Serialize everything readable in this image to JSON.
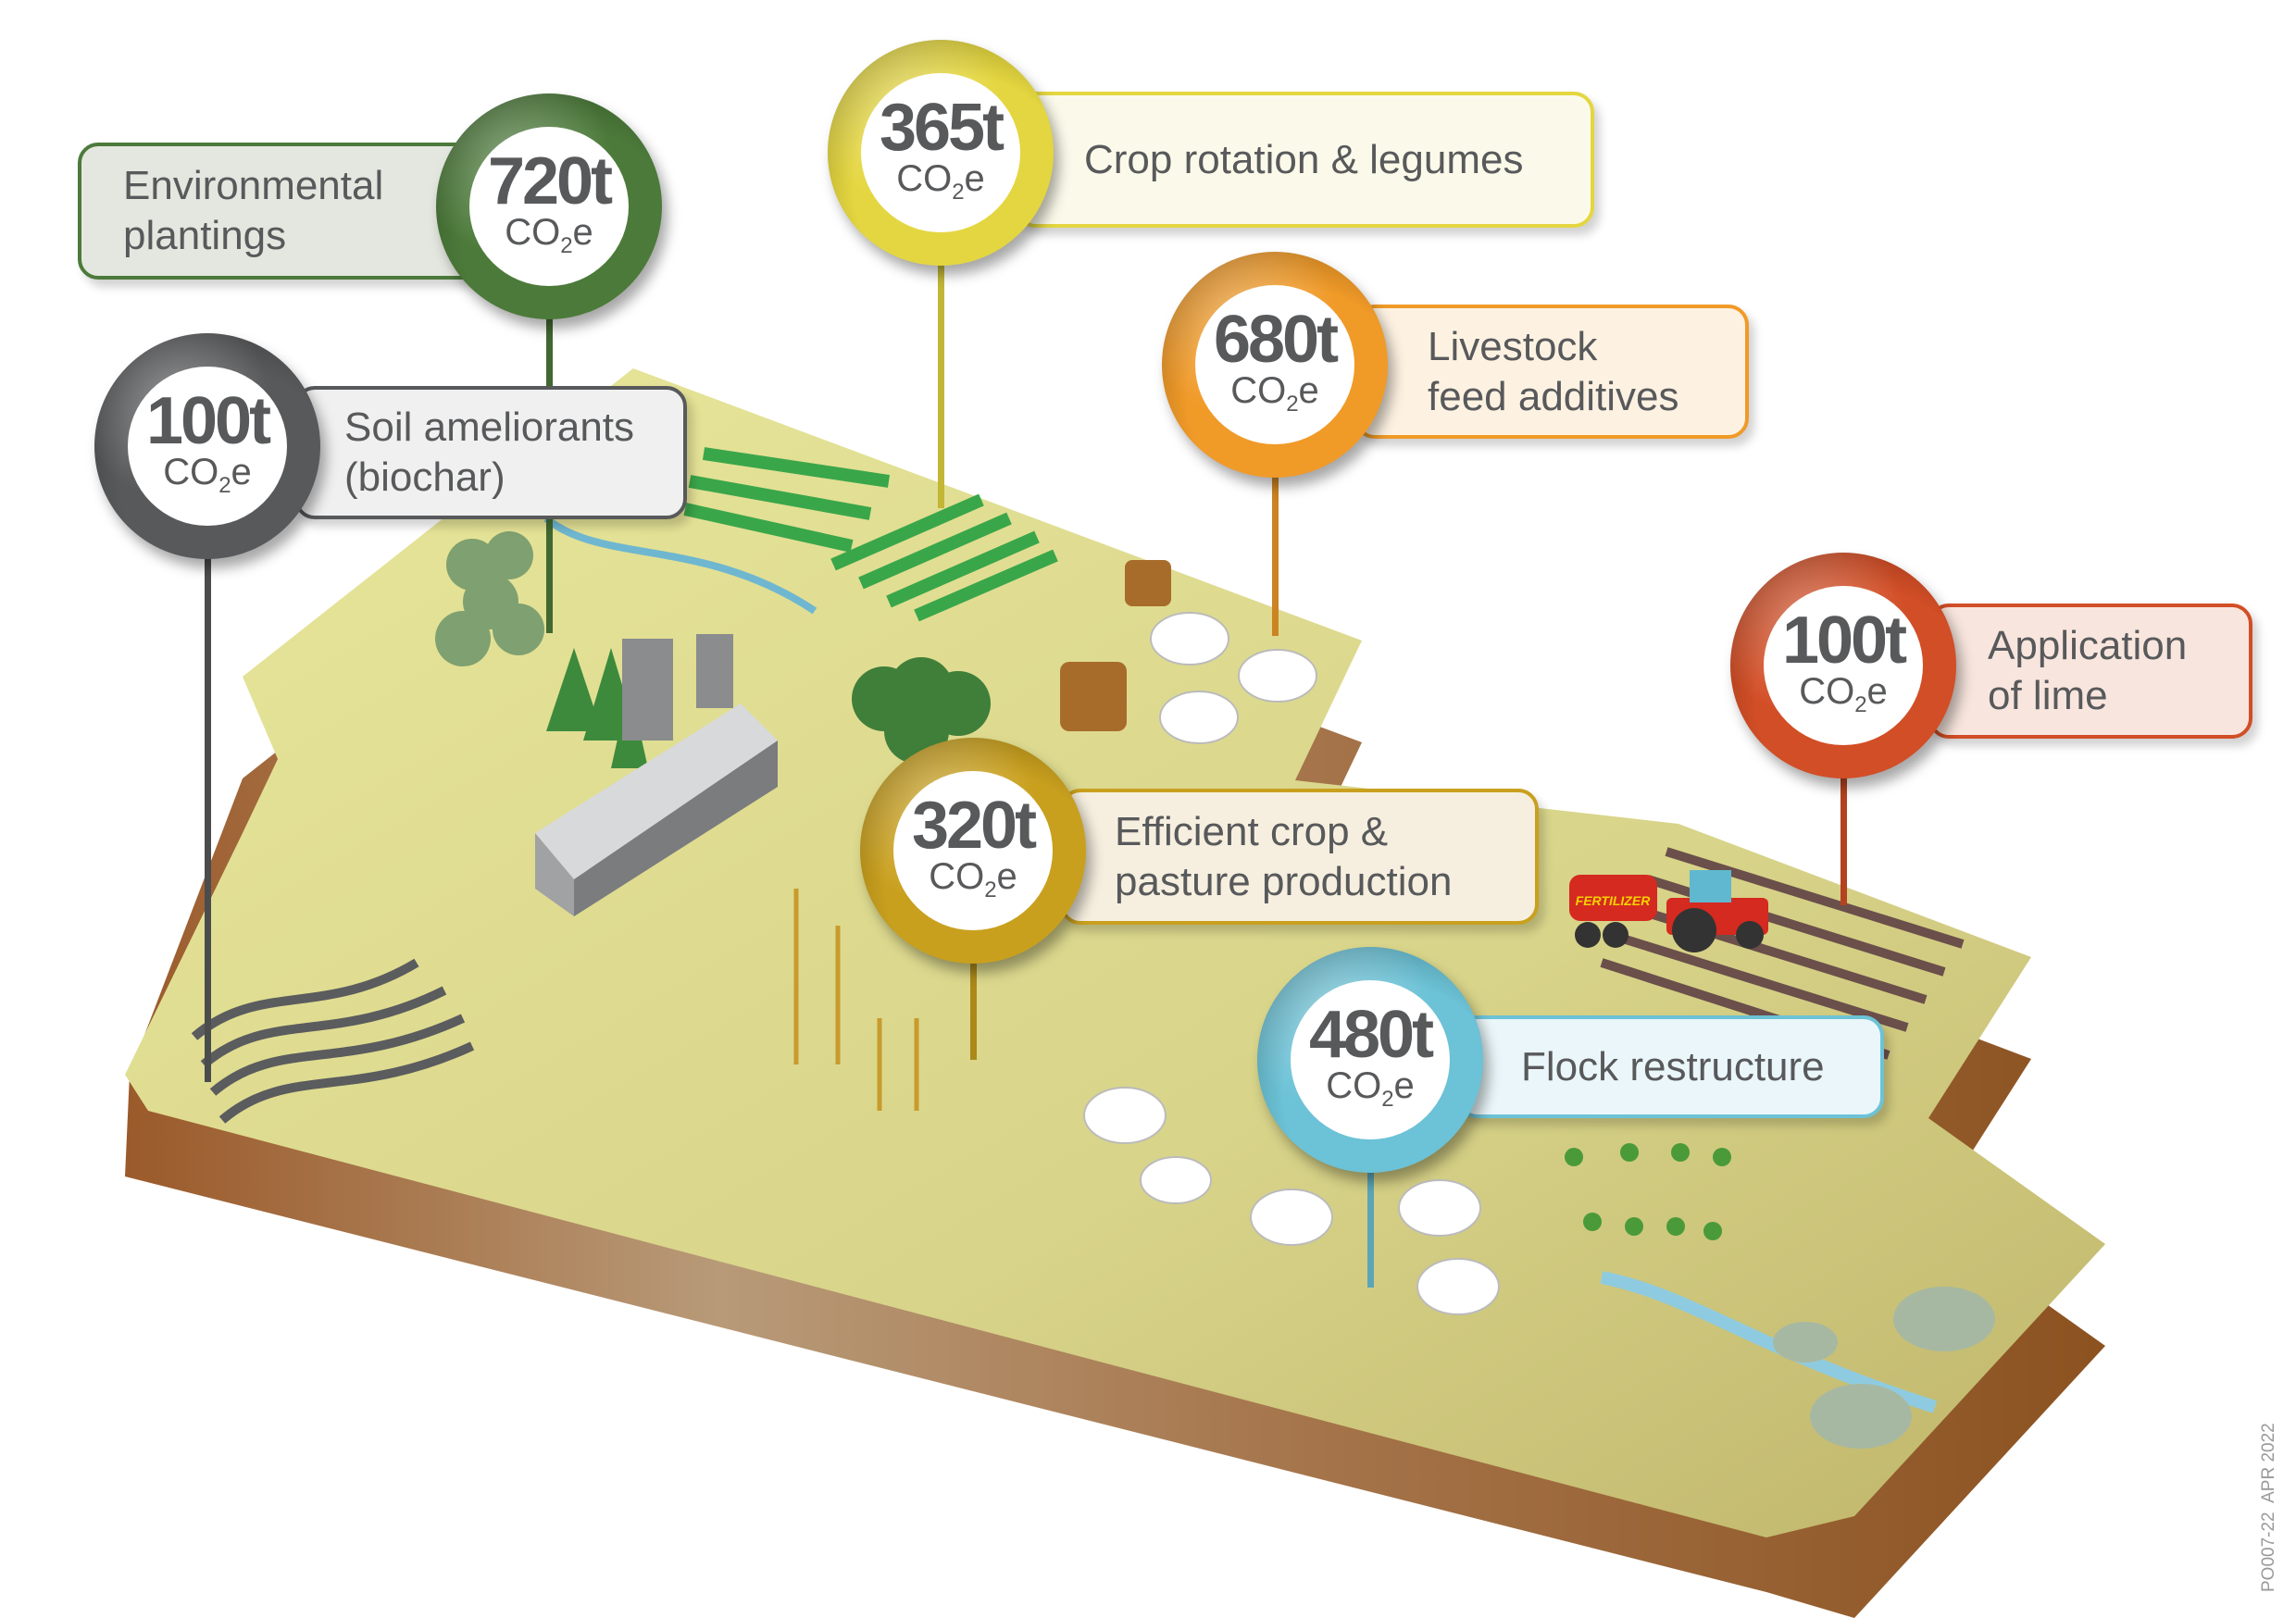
{
  "unit_label": {
    "prefix": "CO",
    "sub": "2",
    "suffix": "e"
  },
  "markers": [
    {
      "id": "environmental-plantings",
      "amount": "720t",
      "label_lines": [
        "Environmental",
        "plantings"
      ],
      "color": "#4c7a3a",
      "box_fill": "#e4e7df"
    },
    {
      "id": "soil-ameliorants",
      "amount": "100t",
      "label_lines": [
        "Soil ameliorants",
        "(biochar)"
      ],
      "color": "#58595b",
      "box_fill": "#f0f0f0"
    },
    {
      "id": "crop-rotation",
      "amount": "365t",
      "label_lines": [
        "Crop rotation & legumes"
      ],
      "color": "#e4d640",
      "box_fill": "#fbfaea"
    },
    {
      "id": "livestock-feed",
      "amount": "680t",
      "label_lines": [
        "Livestock",
        "feed additives"
      ],
      "color": "#f09a28",
      "box_fill": "#fdf2e2"
    },
    {
      "id": "application-of-lime",
      "amount": "100t",
      "label_lines": [
        "Application",
        "of lime"
      ],
      "color": "#d24e26",
      "box_fill": "#f8e6de"
    },
    {
      "id": "efficient-crop-pasture",
      "amount": "320t",
      "label_lines": [
        "Efficient crop &",
        "pasture production"
      ],
      "color": "#c9a01e",
      "box_fill": "#f6efdf"
    },
    {
      "id": "flock-restructure",
      "amount": "480t",
      "label_lines": [
        "Flock restructure"
      ],
      "color": "#6cc2d6",
      "box_fill": "#eaf6f9"
    }
  ],
  "tractor_label": "FERTILIZER",
  "document_code": "PO007-22  APR 2022"
}
